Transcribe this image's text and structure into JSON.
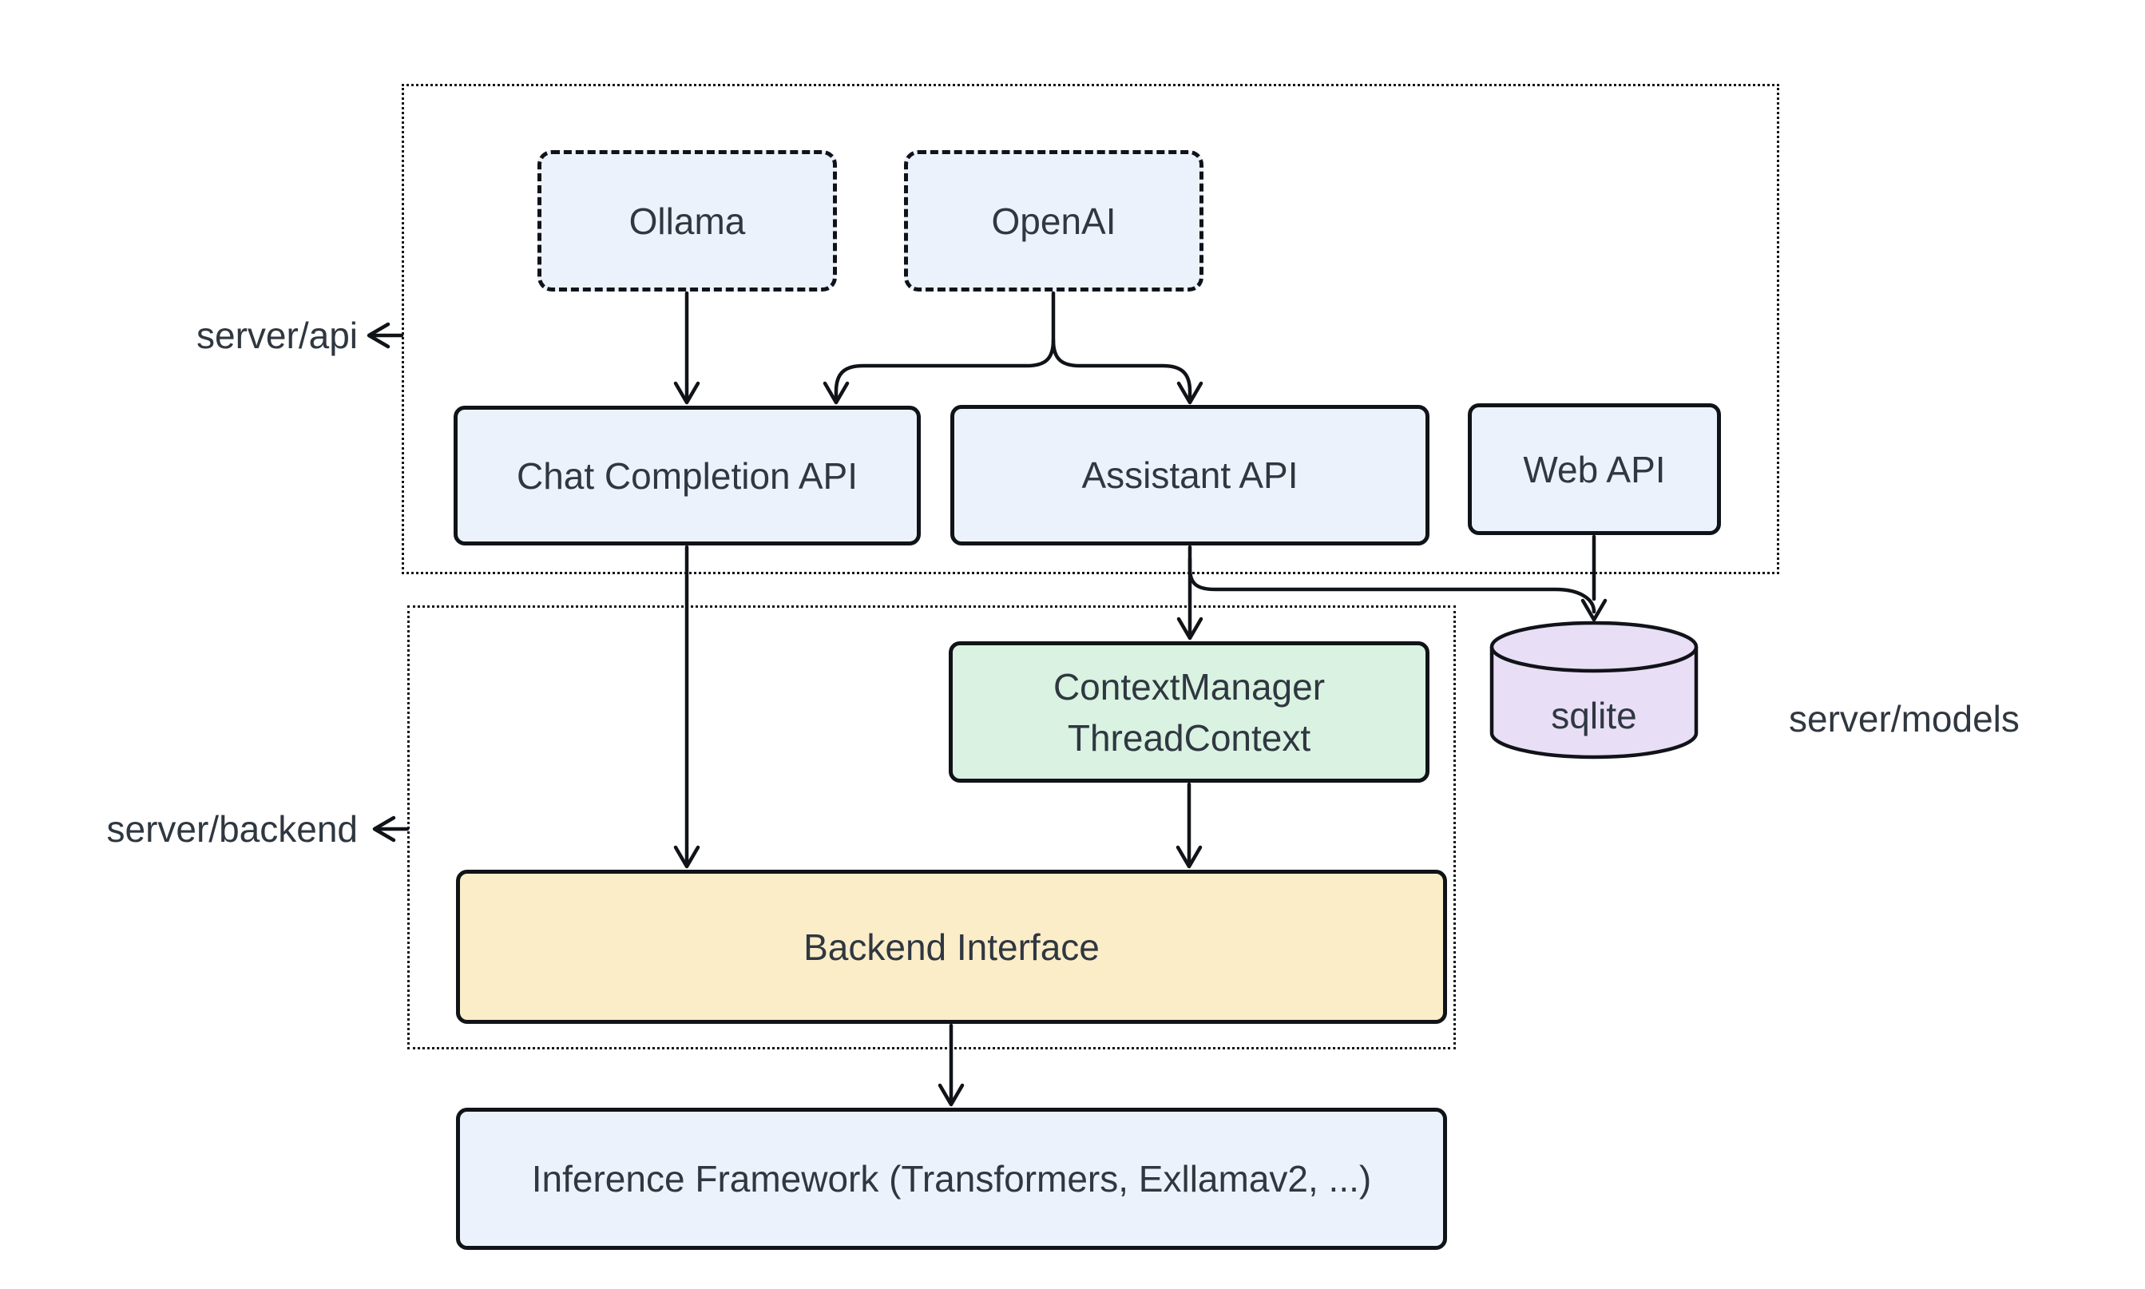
{
  "diagram": {
    "type": "architecture-flowchart",
    "containers": {
      "api": {
        "label": "server/api"
      },
      "backend": {
        "label": "server/backend"
      }
    },
    "side_labels": {
      "models": {
        "label": "server/models"
      }
    },
    "nodes": {
      "ollama": {
        "label": "Ollama",
        "style": "dashed-blue"
      },
      "openai": {
        "label": "OpenAI",
        "style": "dashed-blue"
      },
      "chat_completion": {
        "label": "Chat Completion API",
        "style": "solid-blue"
      },
      "assistant_api": {
        "label": "Assistant API",
        "style": "solid-blue"
      },
      "web_api": {
        "label": "Web API",
        "style": "solid-blue"
      },
      "context_manager": {
        "line1": "ContextManager",
        "line2": "ThreadContext",
        "style": "solid-green"
      },
      "sqlite": {
        "label": "sqlite",
        "style": "cylinder-purple"
      },
      "backend_interface": {
        "label": "Backend Interface",
        "style": "solid-yellow"
      },
      "inference_framework": {
        "label": "Inference Framework (Transformers, Exllamav2, ...)",
        "style": "solid-blue"
      }
    },
    "edges": [
      {
        "from": "ollama",
        "to": "chat_completion"
      },
      {
        "from": "openai",
        "to": "chat_completion"
      },
      {
        "from": "openai",
        "to": "assistant_api"
      },
      {
        "from": "assistant_api",
        "to": "context_manager"
      },
      {
        "from": "assistant_api",
        "to": "sqlite"
      },
      {
        "from": "web_api",
        "to": "sqlite"
      },
      {
        "from": "chat_completion",
        "to": "backend_interface"
      },
      {
        "from": "context_manager",
        "to": "backend_interface"
      },
      {
        "from": "backend_interface",
        "to": "inference_framework"
      }
    ],
    "colors": {
      "node_fill_blue": "#ecf2fb",
      "node_fill_green": "#d9f2e1",
      "node_fill_yellow": "#faedc8",
      "node_fill_purple": "#e8def6",
      "stroke": "#101318",
      "text": "#2f3740",
      "background": "#ffffff"
    }
  }
}
